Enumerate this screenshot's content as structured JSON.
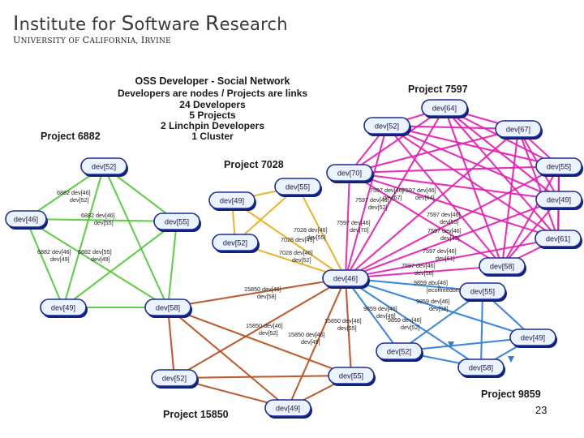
{
  "header": {
    "title_words": [
      {
        "initial": "I",
        "rest": "nstitute"
      },
      {
        "initial": "",
        "rest": " for "
      },
      {
        "initial": "S",
        "rest": "oftware "
      },
      {
        "initial": "R",
        "rest": "esearch"
      }
    ],
    "subtitle_words": [
      {
        "initial": "U",
        "rest": "NIVERSITY OF "
      },
      {
        "initial": "C",
        "rest": "ALIFORNIA"
      },
      {
        "initial": "",
        "rest": ", "
      },
      {
        "initial": "I",
        "rest": "RVINE"
      }
    ]
  },
  "diagram": {
    "title_lines": [
      "OSS Developer - Social Network",
      "Developers are nodes / Projects are links",
      "24 Developers",
      "5 Projects",
      "2 Linchpin Developers",
      "1 Cluster"
    ],
    "projects": [
      {
        "id": "p6882",
        "label": "Project 6882",
        "color": "#55c93a"
      },
      {
        "id": "p7028",
        "label": "Project 7028",
        "color": "#e8b020"
      },
      {
        "id": "p7597",
        "label": "Project 7597",
        "color": "#e41fb3"
      },
      {
        "id": "p15850",
        "label": "Project 15850",
        "color": "#b8501e"
      },
      {
        "id": "p9859",
        "label": "Project 9859",
        "color": "#2f7fd8"
      }
    ],
    "nodes": [
      {
        "id": "g52",
        "label": "dev[52]"
      },
      {
        "id": "g46",
        "label": "dev[46]"
      },
      {
        "id": "g55",
        "label": "dev[55]"
      },
      {
        "id": "g49",
        "label": "dev[49]"
      },
      {
        "id": "L58",
        "label": "dev[58]"
      },
      {
        "id": "y55",
        "label": "dev[55]"
      },
      {
        "id": "y49",
        "label": "dev[49]"
      },
      {
        "id": "y52",
        "label": "dev[52]"
      },
      {
        "id": "L46",
        "label": "dev[46]"
      },
      {
        "id": "m64",
        "label": "dev[64]"
      },
      {
        "id": "m52",
        "label": "dev[52]"
      },
      {
        "id": "m67",
        "label": "dev[67]"
      },
      {
        "id": "m70",
        "label": "dev[70]"
      },
      {
        "id": "m55",
        "label": "dev[55]"
      },
      {
        "id": "m49",
        "label": "dev[49]"
      },
      {
        "id": "m61",
        "label": "dev[61]"
      },
      {
        "id": "m58",
        "label": "dev[58]"
      },
      {
        "id": "b55",
        "label": "dev[55]"
      },
      {
        "id": "b49",
        "label": "dev[49]"
      },
      {
        "id": "b52",
        "label": "dev[52]"
      },
      {
        "id": "b58",
        "label": "dev[58]"
      },
      {
        "id": "r52",
        "label": "dev[52]"
      },
      {
        "id": "r55",
        "label": "dev[55]"
      },
      {
        "id": "r49",
        "label": "dev[49]"
      }
    ],
    "edges": [
      {
        "project": "p6882",
        "pairs": [
          [
            "g52",
            "g46"
          ],
          [
            "g52",
            "g55"
          ],
          [
            "g52",
            "g49"
          ],
          [
            "g52",
            "L58"
          ],
          [
            "g46",
            "g55"
          ],
          [
            "g46",
            "g49"
          ],
          [
            "g46",
            "L58"
          ],
          [
            "g55",
            "g49"
          ],
          [
            "g55",
            "L58"
          ],
          [
            "g49",
            "L58"
          ]
        ]
      },
      {
        "project": "p7028",
        "pairs": [
          [
            "y55",
            "y49"
          ],
          [
            "y55",
            "y52"
          ],
          [
            "y55",
            "L46"
          ],
          [
            "y49",
            "y52"
          ],
          [
            "y49",
            "L46"
          ],
          [
            "y52",
            "L46"
          ]
        ]
      },
      {
        "project": "p7597",
        "pairs": [
          [
            "m64",
            "m52"
          ],
          [
            "m64",
            "m67"
          ],
          [
            "m64",
            "m70"
          ],
          [
            "m64",
            "m55"
          ],
          [
            "m64",
            "m49"
          ],
          [
            "m64",
            "m61"
          ],
          [
            "m64",
            "m58"
          ],
          [
            "m64",
            "L46"
          ],
          [
            "m52",
            "m67"
          ],
          [
            "m52",
            "m70"
          ],
          [
            "m52",
            "m55"
          ],
          [
            "m52",
            "m49"
          ],
          [
            "m52",
            "m61"
          ],
          [
            "m52",
            "m58"
          ],
          [
            "m52",
            "L46"
          ],
          [
            "m67",
            "m70"
          ],
          [
            "m67",
            "m55"
          ],
          [
            "m67",
            "m49"
          ],
          [
            "m67",
            "m61"
          ],
          [
            "m67",
            "m58"
          ],
          [
            "m67",
            "L46"
          ],
          [
            "m70",
            "m55"
          ],
          [
            "m70",
            "m49"
          ],
          [
            "m70",
            "m61"
          ],
          [
            "m70",
            "m58"
          ],
          [
            "m70",
            "L46"
          ],
          [
            "m55",
            "m49"
          ],
          [
            "m55",
            "m61"
          ],
          [
            "m55",
            "m58"
          ],
          [
            "m55",
            "L46"
          ],
          [
            "m49",
            "m61"
          ],
          [
            "m49",
            "m58"
          ],
          [
            "m49",
            "L46"
          ],
          [
            "m61",
            "m58"
          ],
          [
            "m61",
            "L46"
          ],
          [
            "m58",
            "L46"
          ]
        ]
      },
      {
        "project": "p15850",
        "pairs": [
          [
            "L58",
            "r52"
          ],
          [
            "L58",
            "r55"
          ],
          [
            "L58",
            "r49"
          ],
          [
            "L58",
            "L46"
          ],
          [
            "r52",
            "r55"
          ],
          [
            "r52",
            "r49"
          ],
          [
            "r52",
            "L46"
          ],
          [
            "r55",
            "r49"
          ],
          [
            "r55",
            "L46"
          ],
          [
            "r49",
            "L46"
          ]
        ]
      },
      {
        "project": "p9859",
        "pairs": [
          [
            "L46",
            "b55"
          ],
          [
            "L46",
            "b49"
          ],
          [
            "L46",
            "b52"
          ],
          [
            "L46",
            "b58"
          ],
          [
            "b55",
            "b49"
          ],
          [
            "b55",
            "b52"
          ],
          [
            "b55",
            "b58"
          ],
          [
            "b49",
            "b52"
          ],
          [
            "b49",
            "b58"
          ],
          [
            "b52",
            "b58"
          ]
        ]
      }
    ],
    "edge_labels": [
      {
        "text": [
          "6882  dev[46]",
          "dev[52]"
        ]
      },
      {
        "text": [
          "6882  dev[46]",
          "dev[55]"
        ]
      },
      {
        "text": [
          "6882  dev[46]",
          "dev[49]"
        ]
      },
      {
        "text": [
          "6882  dev[55]",
          "dev[49]"
        ]
      },
      {
        "text": [
          "7028  dev[46]",
          "dev[55]"
        ]
      },
      {
        "text": [
          "7028  dev[49]"
        ]
      },
      {
        "text": [
          "7028  dev[46]",
          "dev[52]"
        ]
      },
      {
        "text": [
          "7597  dev[46]",
          "dev[67]"
        ]
      },
      {
        "text": [
          "7597  dev[46]",
          "dev[52]"
        ]
      },
      {
        "text": [
          "7597  dev[46]",
          "dev[70]"
        ]
      },
      {
        "text": [
          "7597  dev[46]",
          "dev[55]"
        ]
      },
      {
        "text": [
          "7597  dev[46]",
          "dev[49]"
        ]
      },
      {
        "text": [
          "7597  dev[46]",
          "dev[61]"
        ]
      },
      {
        "text": [
          "7597  dev[46]",
          "dev[58]"
        ]
      },
      {
        "text": [
          "7597  dev[46]",
          "dev[64]"
        ]
      },
      {
        "text": [
          "15850  dev[46]",
          "dev[58]"
        ]
      },
      {
        "text": [
          "15850  dev[46]",
          "dev[52]"
        ]
      },
      {
        "text": [
          "15850  dev[46]",
          "dev[55]"
        ]
      },
      {
        "text": [
          "15850  dev[46]",
          "dev[49]"
        ]
      },
      {
        "text": [
          "9859  abu[46]",
          "[ecoffreedom[55]"
        ]
      },
      {
        "text": [
          "9859  dev[46]",
          "dev[49]"
        ]
      },
      {
        "text": [
          "9859  dev[46]",
          "dev[52]"
        ]
      },
      {
        "text": [
          "9859  dev[46]",
          "dev[58]"
        ]
      }
    ]
  },
  "page_number": "23"
}
